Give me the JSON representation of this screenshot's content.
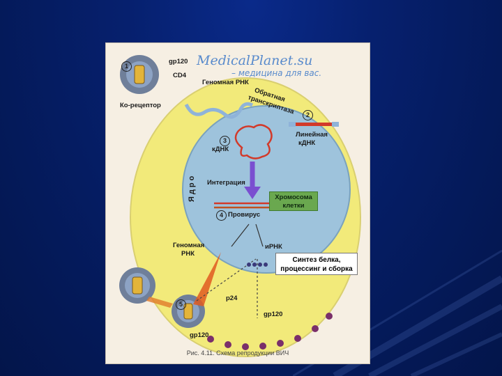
{
  "watermark": {
    "site": "MedicalPlanet.su",
    "tagline": "– медицина для вас."
  },
  "diagram": {
    "steps": [
      "1",
      "2",
      "3",
      "4",
      "5"
    ],
    "labels": {
      "gp120_top": "gp120",
      "cd4": "CD4",
      "genomic_rna_top": "Геномная РНК",
      "reverse_transcriptase_l1": "Обратная",
      "reverse_transcriptase_l2": "транскриптаза",
      "co_receptor": "Ко-рецептор",
      "linear_dna_l1": "Линейная",
      "linear_dna_l2": "кДНК",
      "cdna": "кДНК",
      "nucleus": "Ядро",
      "integration": "Интеграция",
      "chromosome_l1": "Хромосома",
      "chromosome_l2": "клетки",
      "provirus": "Провирус",
      "genomic_rna_bottom_l1": "Геномная",
      "genomic_rna_bottom_l2": "РНК",
      "mrna": "иРНК",
      "protein_synthesis_l1": "Синтез белка,",
      "protein_synthesis_l2": "процессинг и сборка",
      "p24": "p24",
      "gp120_mid": "gp120",
      "gp120_bottom": "gp120"
    },
    "caption": "Рис. 4.11. Схема репродукции ВИЧ"
  },
  "colors": {
    "background": "#06206e",
    "cell": "#f2ea7a",
    "nucleus": "#9ec3dc",
    "virus_shell": "#6f7f9a",
    "virus_core": "#e3b43a",
    "rna": "#8fb3d9",
    "chromosome_box": "#6aa84f",
    "arrow_purple": "#7a4fd0"
  }
}
